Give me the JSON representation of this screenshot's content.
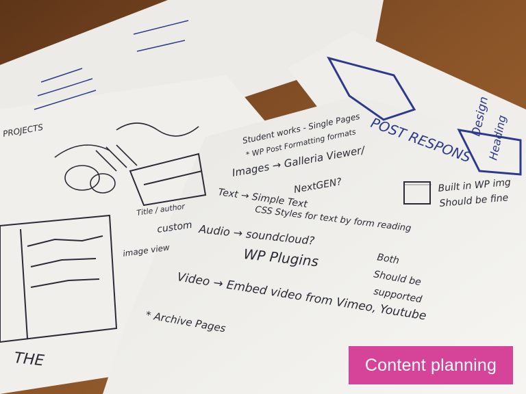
{
  "caption": {
    "text": "Content planning"
  },
  "handwriting": {
    "student_works": "Student works - Single Pages",
    "wp_post": "* WP Post Formatting formats",
    "images": "Images → Galleria Viewer/",
    "nextgen": "NextGEN?",
    "builtin": "Built in WP img",
    "should_fine": "Should be fine",
    "text": "Text → Simple Text",
    "css": "CSS Styles for text by form reading",
    "audio": "Audio → soundcloud?",
    "wp_plugins": "WP Plugins",
    "both": "Both",
    "should_be": "Should be",
    "supported": "supported",
    "video": "Video → Embed video from Vimeo, Youtube",
    "archive": "* Archive Pages",
    "projects": "PROJECTS",
    "post_respons": "POST RESPONS",
    "design": "Design",
    "heading": "Heading",
    "title_author": "Title / author",
    "custom": "custom",
    "image_view": "image view",
    "the": "THE"
  },
  "colors": {
    "desk": "#7a4a26",
    "paper": "#f4f3f0",
    "ink": "#2a2a36",
    "blue_ink": "#2d3a8a",
    "caption_bg": "#d6449a"
  }
}
